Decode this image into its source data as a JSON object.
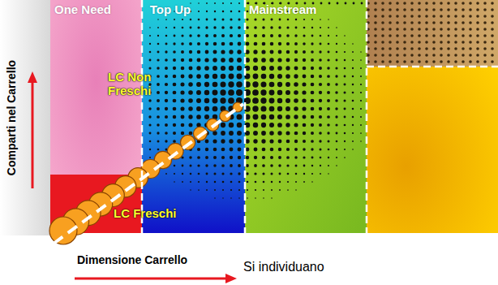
{
  "diagram": {
    "nodes": [
      {
        "text": [
          "One Need"
        ]
      },
      {
        "text": [
          "Top Up"
        ]
      },
      {
        "text": [
          "Mainstream"
        ]
      }
    ],
    "labels": [
      "LC Non Freschi",
      "LC Freschi",
      "Comparti nel Carrello",
      "Dimensione Carrello",
      "Si individuano"
    ]
  }
}
